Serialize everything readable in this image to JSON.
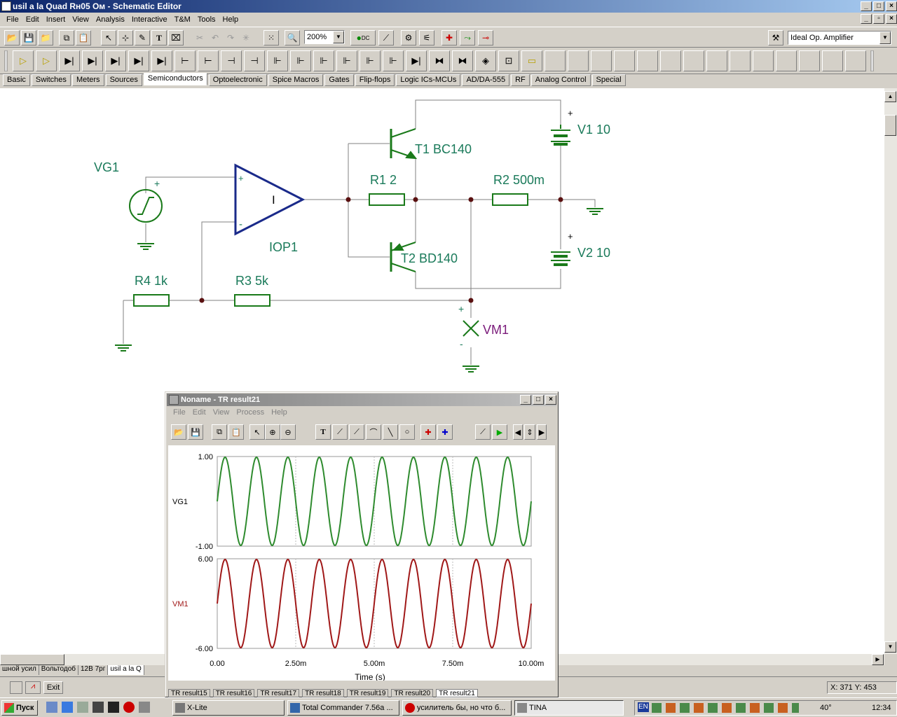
{
  "window": {
    "title": "usil a la Quad Rн05 Ом - Schematic Editor"
  },
  "menu": [
    "File",
    "Edit",
    "Insert",
    "View",
    "Analysis",
    "Interactive",
    "T&M",
    "Tools",
    "Help"
  ],
  "toolbar": {
    "zoom": "200%",
    "component": "Ideal Op. Amplifier"
  },
  "tabs": [
    "Basic",
    "Switches",
    "Meters",
    "Sources",
    "Semiconductors",
    "Optoelectronic",
    "Spice Macros",
    "Gates",
    "Flip-flops",
    "Logic ICs-MCUs",
    "AD/DA-555",
    "RF",
    "Analog Control",
    "Special"
  ],
  "active_tab": "Semiconductors",
  "schematic": {
    "labels": {
      "vg1": "VG1",
      "iop1": "IOP1",
      "iop_sym": "I",
      "t1": "T1 BC140",
      "t2": "T2 BD140",
      "r1": "R1 2",
      "r2": "R2 500m",
      "r3": "R3 5k",
      "r4": "R4 1k",
      "v1": "V1 10",
      "v2": "V2 10",
      "vm1": "VM1",
      "plus": "+",
      "minus": "-"
    }
  },
  "bottom_tabs": [
    "шной усил",
    "Вольтодоб",
    "12В 7рг",
    "usil a la Q"
  ],
  "status": {
    "exit": "Exit",
    "coords": "X: 371  Y: 453"
  },
  "result_window": {
    "title": "Noname - TR result21",
    "menu": [
      "File",
      "Edit",
      "View",
      "Process",
      "Help"
    ],
    "tabs": [
      "TR result15",
      "TR result16",
      "TR result17",
      "TR result18",
      "TR result19",
      "TR result20",
      "TR result21"
    ]
  },
  "chart_data": [
    {
      "type": "line",
      "series": [
        {
          "name": "VG1",
          "amplitude": 1.0,
          "frequency_cycles": 10
        }
      ],
      "ylim": [
        -1.0,
        1.0
      ],
      "yticks": [
        "1.00",
        "-1.00"
      ],
      "ylabel": "VG1",
      "color": "#2e8b2e"
    },
    {
      "type": "line",
      "series": [
        {
          "name": "VM1",
          "amplitude": 6.0,
          "frequency_cycles": 10
        }
      ],
      "ylim": [
        -6.0,
        6.0
      ],
      "yticks": [
        "6.00",
        "-6.00"
      ],
      "ylabel": "VM1",
      "color": "#a01818",
      "xlabel": "Time (s)",
      "xticks": [
        "0.00",
        "2.50m",
        "5.00m",
        "7.50m",
        "10.00m"
      ],
      "xlim": [
        0,
        0.01
      ]
    }
  ],
  "taskbar": {
    "start": "Пуск",
    "tasks": [
      "X-Lite",
      "Total Commander 7.56a ...",
      "усилитель бы, но что б...",
      "TINA"
    ],
    "lang": "EN",
    "temp": "40°",
    "clock": "12:34"
  }
}
